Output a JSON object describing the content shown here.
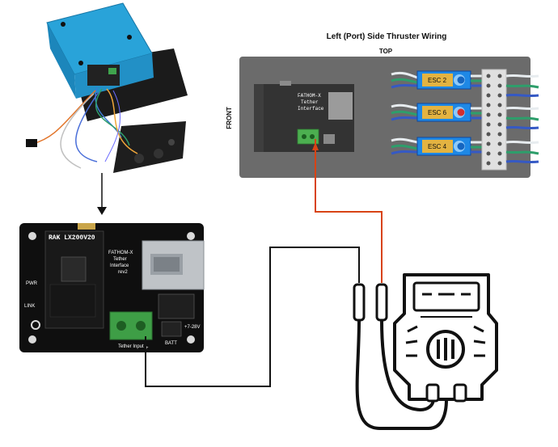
{
  "wiring_diagram": {
    "title": "Left (Port) Side Thruster Wiring",
    "top_label": "TOP",
    "front_label": "FRONT",
    "interface_label": [
      "FATHOM-X",
      "Tether",
      "Interface"
    ],
    "esc_labels": [
      "ESC 2",
      "ESC 6",
      "ESC 4"
    ],
    "esc_dot_colors": [
      "#1565c0",
      "#d32f2f",
      "#1565c0"
    ]
  },
  "board": {
    "model_label": "RAK LX200V20",
    "interface_label": [
      "FATHOM-X",
      "Tether",
      "Interface",
      "rev2"
    ],
    "pwr_label": "PWR",
    "link_label": "LINK",
    "tether_input_label": "Tether Input",
    "batt_label": "BATT",
    "voltage_label": "+7-28V",
    "plus_label": "+"
  },
  "colors": {
    "panel_bg": "#6b6b6b",
    "esc_blue": "#1e88e5",
    "probe_red": "#d84315",
    "wire_black": "#111111",
    "enclosure_blue": "#29a3d9"
  }
}
